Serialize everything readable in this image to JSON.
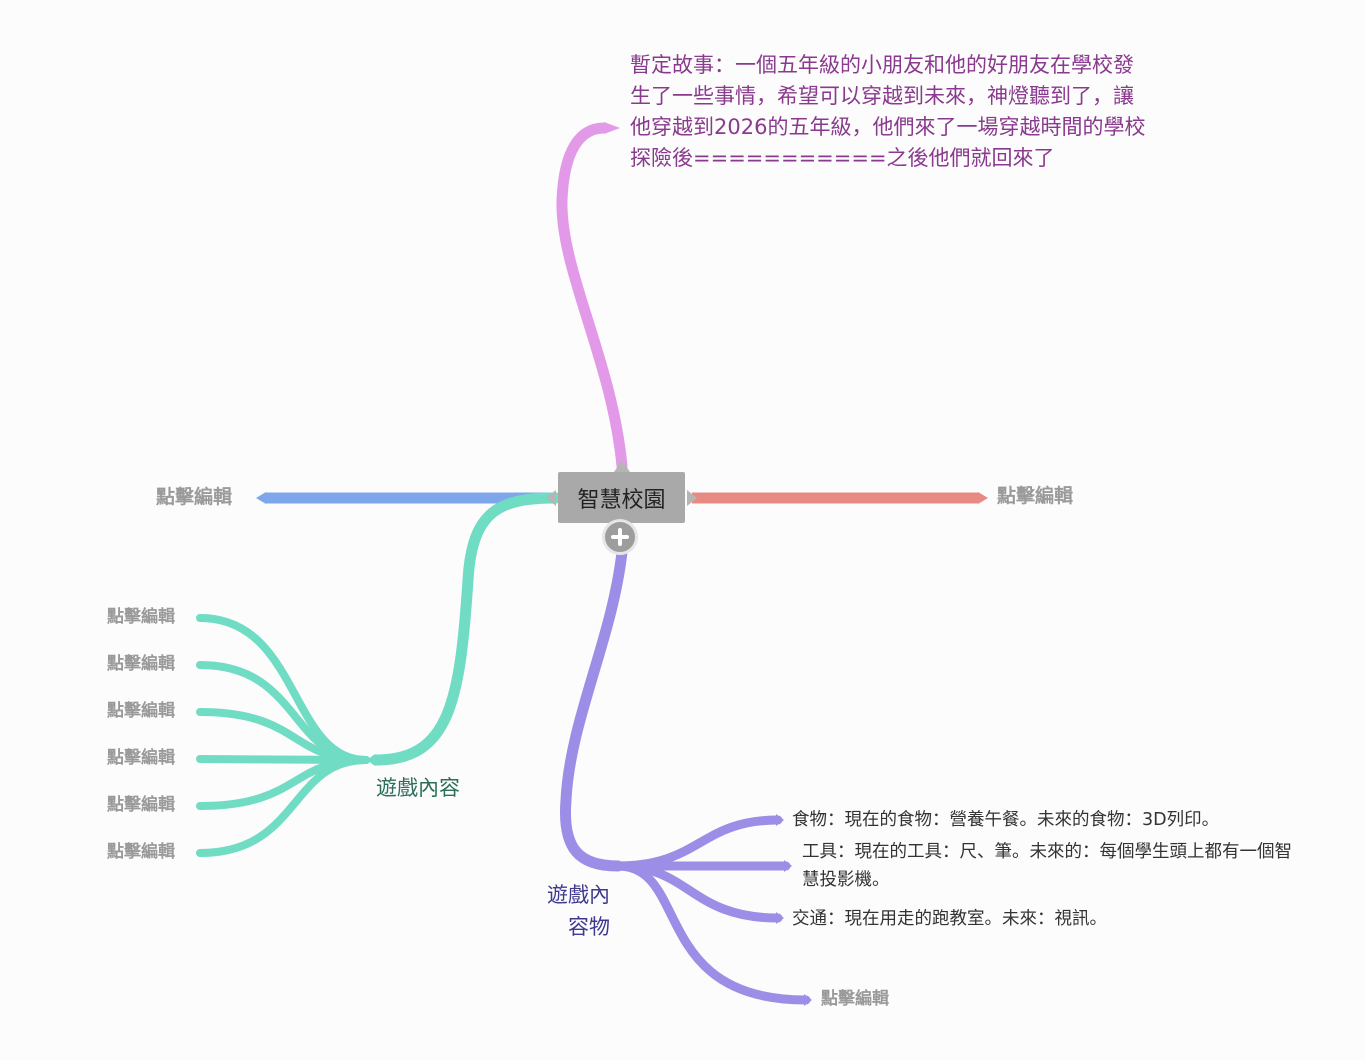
{
  "root": {
    "label": "智慧校園"
  },
  "story": {
    "text": "暫定故事：一個五年級的小朋友和他的好朋友在學校發生了一些事情，希望可以穿越到未來，神燈聽到了，讓他穿越到2026的五年級，他們來了一場穿越時間的學校探險後===========之後他們就回來了"
  },
  "left_branch": {
    "label": "點擊編輯"
  },
  "right_branch": {
    "label": "點擊編輯"
  },
  "teal_branch": {
    "label": "遊戲內容",
    "children": [
      "點擊編輯",
      "點擊編輯",
      "點擊編輯",
      "點擊編輯",
      "點擊編輯",
      "點擊編輯"
    ]
  },
  "purple_branch": {
    "label": "遊戲內容物",
    "children": [
      "食物：現在的食物：營養午餐。未來的食物：3D列印。",
      "工具：現在的工具：尺、筆。未來的：每個學生頭上都有一個智慧投影機。",
      "交通：現在用走的跑教室。未來：視訊。",
      "點擊編輯"
    ]
  },
  "colors": {
    "story": "#e29ae8",
    "left": "#7ea6ea",
    "right": "#e88a84",
    "teal": "#70dcc4",
    "purple": "#9c8ee6",
    "root": "#a9a9a9"
  }
}
